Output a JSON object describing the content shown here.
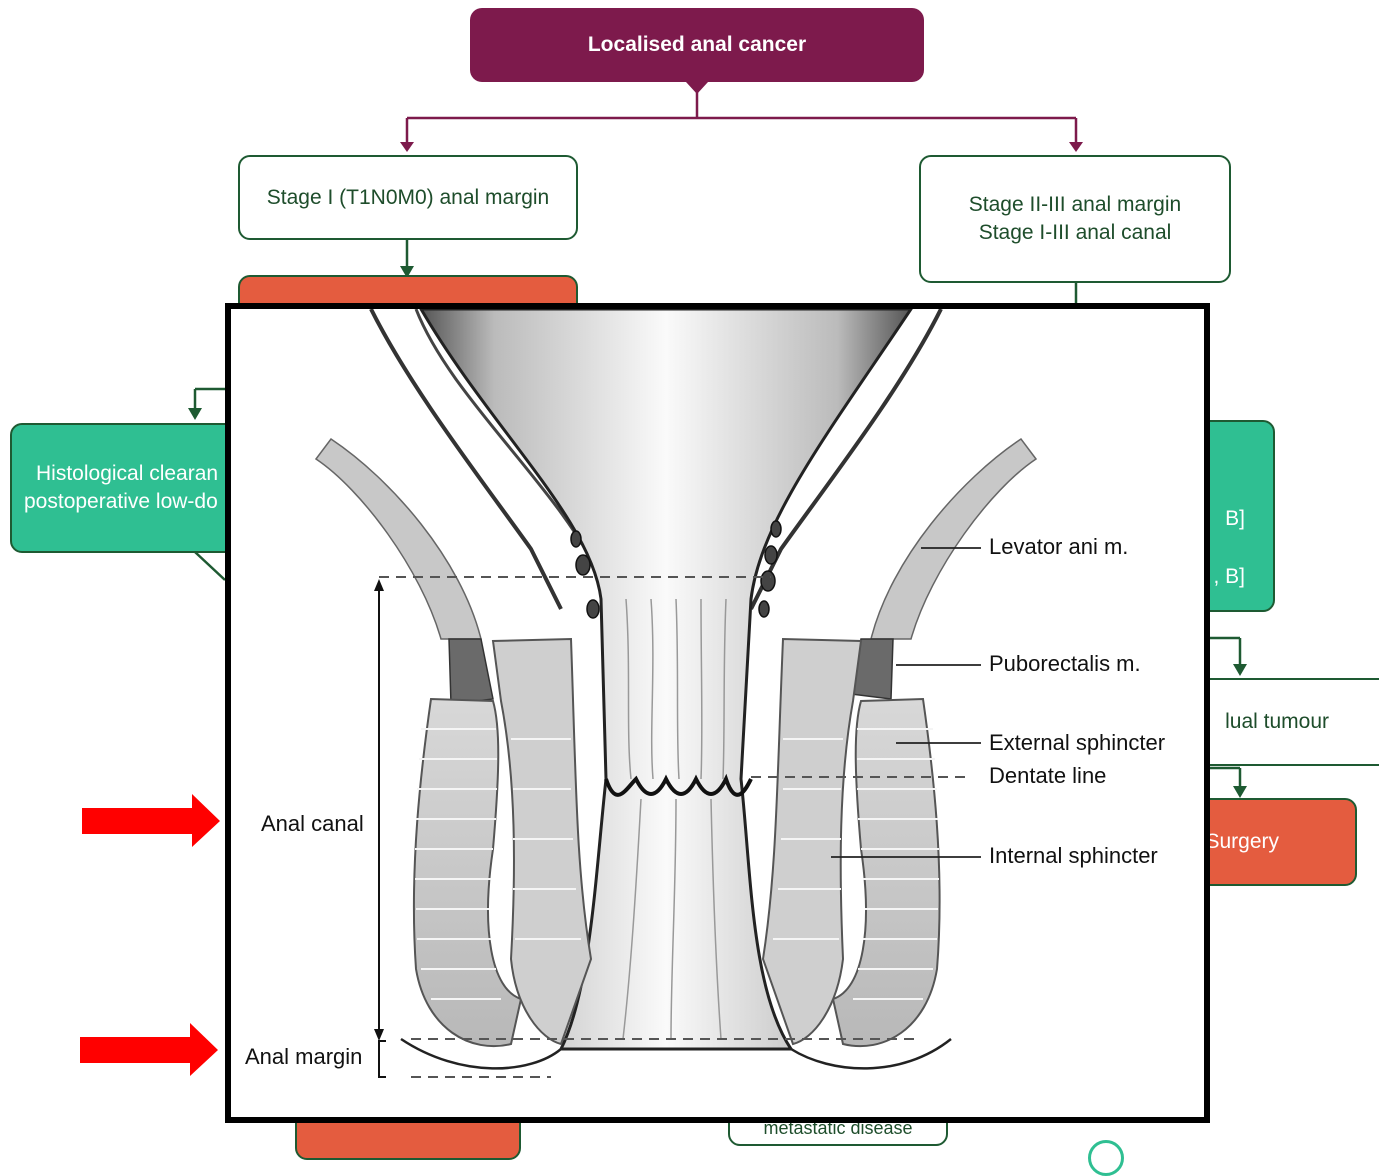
{
  "flowchart": {
    "root": "Localised anal cancer",
    "stage1": "Stage I (T1N0M0) anal margin",
    "stage23_line1": "Stage II-III anal margin",
    "stage23_line2": "Stage I-III anal canal",
    "teal_left_line1": "Histological clearan",
    "teal_left_line2": "postoperative low-do",
    "teal_right_line1": "B]",
    "teal_right_line2": ", B]",
    "residual": "lual tumour",
    "surgery": "Surgery",
    "metastatic": "metastatic disease"
  },
  "anatomy": {
    "labels": {
      "levator": "Levator ani m.",
      "puborectalis": "Puborectalis m.",
      "external": "External sphincter",
      "dentate": "Dentate line",
      "internal": "Internal sphincter",
      "anal_canal": "Anal canal",
      "anal_margin": "Anal margin"
    }
  },
  "colors": {
    "root_fill": "#7d1a4c",
    "flow_border": "#1e5a32",
    "teal_fill": "#2fbf92",
    "red_fill": "#e45c3f",
    "arrow_red": "#ff0000"
  }
}
